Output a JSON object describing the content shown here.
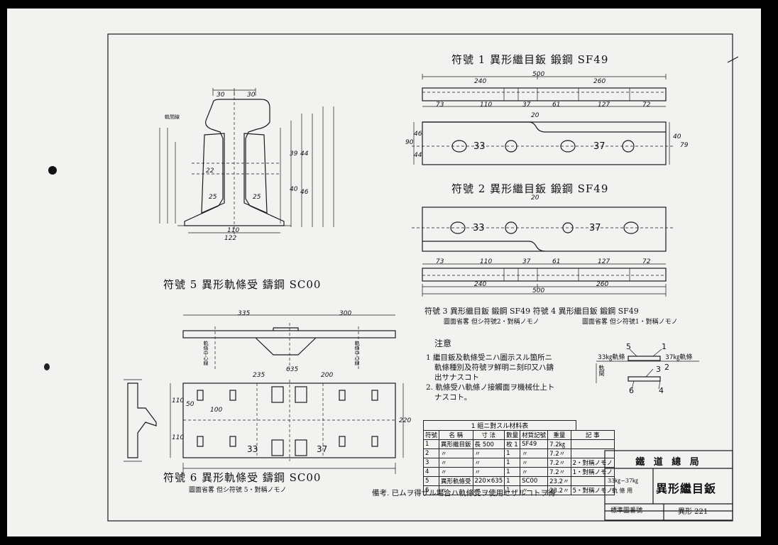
{
  "titles": {
    "part1": "符號 1  異形繼目鈑  鍛鋼 SF49",
    "part2": "符號 2  異形繼目鈑  鍛鋼 SF49",
    "part34": "符號 3  異形繼目鈑  鍛鋼 SF49  符號 4  異形繼目鈑  鍛鋼 SF49",
    "part3_sub": "圖面省畧 但シ符號2・對稱ノモノ",
    "part4_sub": "圖面省畧 但シ符號1・對稱ノモノ",
    "part5": "符號 5  異形軌條受  鑄鋼 SC00",
    "part6": "符號 6  異形軌條受  鑄鋼 SC00",
    "part6_sub": "圖面省畧 但シ符號 5・對稱ノモノ"
  },
  "notes": {
    "heading": "注意",
    "line1": "1  繼目鈑及軌條受ニハ圖示スル箇所ニ",
    "line2": "軌條種別及符號ヲ鮮明ニ刻印又ハ鑄",
    "line3": "出サナスコト",
    "line4": "2. 軌條受ハ軌條ノ接觸面ヲ機械仕上ト",
    "line5": "ナスコト。",
    "remark": "備考.  已ムヲ得ザル場合ハ軌條受ヲ使用セザルコトヲ得."
  },
  "key_diagram": {
    "left_label": "33㎏軌條",
    "right_label": "37㎏軌條",
    "side_label": "軌間",
    "n1": "1",
    "n2": "2",
    "n3": "3",
    "n4": "4",
    "n5": "5",
    "n6": "6"
  },
  "table": {
    "title": "1 組ニ對スル材料表",
    "headers": [
      "符號",
      "名  稱",
      "寸  法",
      "數量",
      "材質記號",
      "重量",
      "記  事"
    ],
    "rows": [
      [
        "1",
        "異形繼目鈑",
        "長  500",
        "枚 1",
        "SF49",
        "7.2㎏",
        ""
      ],
      [
        "2",
        "〃",
        "〃",
        "1",
        "〃",
        "7.2〃",
        ""
      ],
      [
        "3",
        "〃",
        "〃",
        "1",
        "〃",
        "7.2〃",
        "2・對稱ノモノ"
      ],
      [
        "4",
        "〃",
        "〃",
        "1",
        "〃",
        "7.2〃",
        "1・對稱ノモノ"
      ],
      [
        "5",
        "異形軌條受",
        "220×635",
        "1",
        "SC00",
        "23.2〃",
        ""
      ],
      [
        "6",
        "〃",
        "〃",
        "1",
        "〃",
        "23.2〃",
        "5・對稱ノモノ"
      ]
    ]
  },
  "title_block": {
    "org": "鐵 道 總 局",
    "spec_top": "33㎏−37㎏",
    "spec_bottom": "軌 條 用",
    "name": "異形繼目鈑",
    "std_label": "標準圖番號",
    "drawing_no": "異形 221"
  },
  "dims": {
    "plate_len": "500",
    "plate_a": "240",
    "plate_b": "260",
    "p1_73": "73",
    "p1_110": "110",
    "p1_37": "37",
    "p1_61": "61",
    "p1_127": "127",
    "p1_72": "72",
    "p2_240": "240",
    "p2_260": "260",
    "p2_500": "500",
    "d_20": "20",
    "d_90": "90",
    "d_46": "46",
    "d_44": "44",
    "d_40": "40",
    "d_79": "79",
    "m_33": "33",
    "m_37": "37",
    "b_335": "335",
    "b_300": "300",
    "b_235": "235",
    "b_200": "200",
    "b_635": "635",
    "b_220": "220",
    "b_110": "110",
    "b_50": "50",
    "b_100": "100",
    "s_30": "30",
    "s_110": "110",
    "s_122": "122",
    "s_25": "25",
    "s_22": "22",
    "s_39": "39",
    "s_44": "44",
    "s_40": "40",
    "s_46": "46",
    "axis_label": "軌條中心線",
    "gauge_label": "軌間線"
  }
}
